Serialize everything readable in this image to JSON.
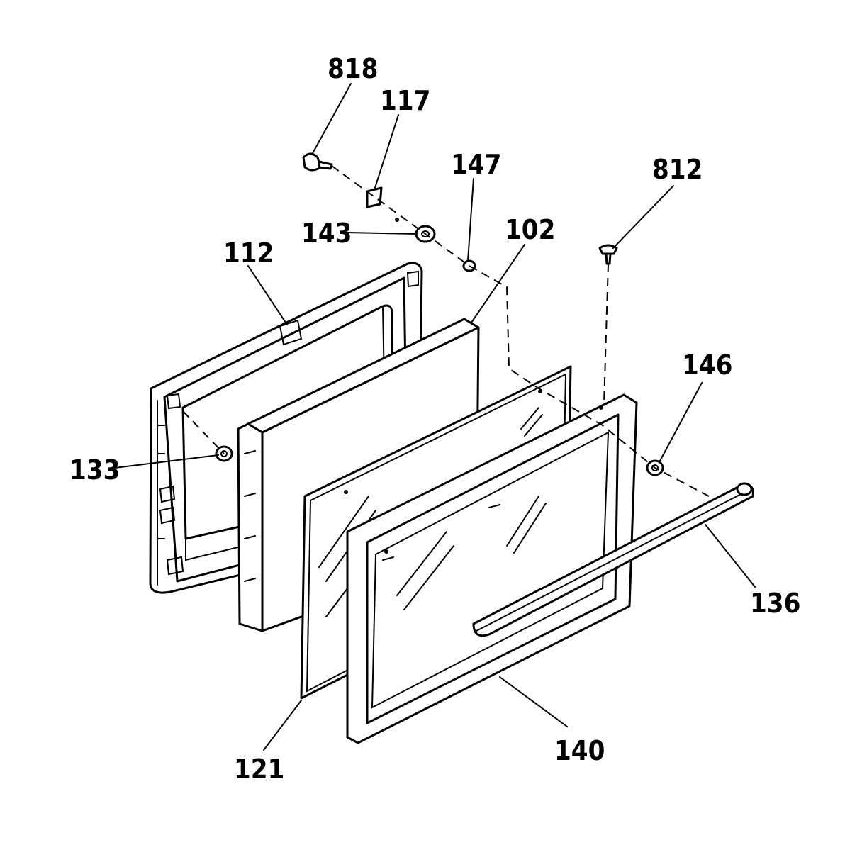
{
  "diagram": {
    "labels": {
      "p818": "818",
      "p117": "117",
      "p147": "147",
      "p812": "812",
      "p143": "143",
      "p102": "102",
      "p112": "112",
      "p146": "146",
      "p133": "133",
      "p136": "136",
      "p121": "121",
      "p140": "140"
    }
  }
}
